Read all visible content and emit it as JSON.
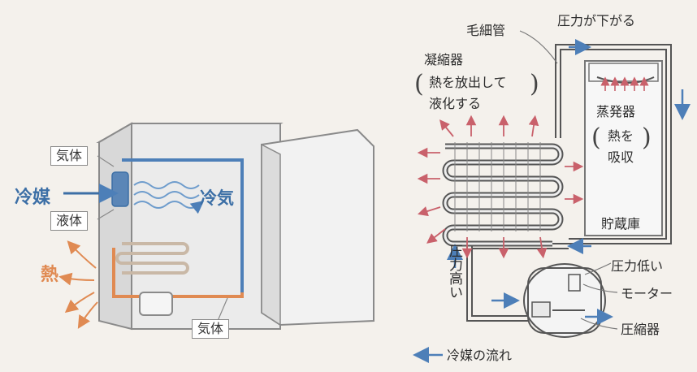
{
  "left_diagram": {
    "gas_label_top": "気体",
    "refrigerant_label": "冷媒",
    "cold_air_label": "冷気",
    "liquid_label": "液体",
    "heat_label": "熱",
    "gas_label_bottom": "気体"
  },
  "right_diagram": {
    "capillary_label": "毛細管",
    "pressure_drop_label": "圧力が下がる",
    "condenser_label": "凝縮器",
    "condenser_note_1": "熱を放出して",
    "condenser_note_2": "液化する",
    "evaporator_label": "蒸発器",
    "evaporator_note_1": "熱を",
    "evaporator_note_2": "吸収",
    "storage_label": "貯蔵庫",
    "high_pressure_label": "圧力高い",
    "low_pressure_label": "圧力低い",
    "motor_label": "モーター",
    "compressor_label": "圧縮器",
    "legend_label": "冷媒の流れ"
  },
  "colors": {
    "refrigerant_blue": "#3c6fa6",
    "heat_orange": "#e08a52",
    "outflow_red": "#c9616b"
  }
}
